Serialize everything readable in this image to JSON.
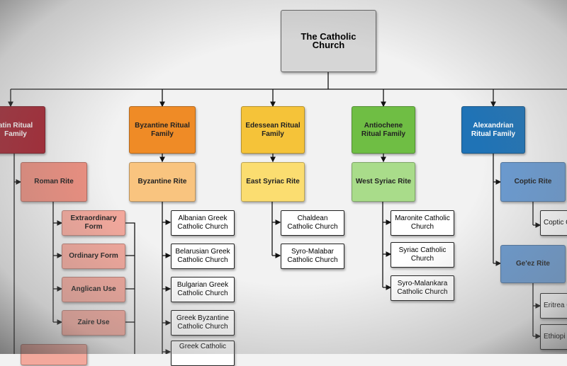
{
  "root": "The Catholic Church",
  "families": {
    "latin": "atin Ritual Family",
    "byzantine": "Byzantine Ritual Family",
    "edessean": "Edessean Ritual Family",
    "antiochene": "Antiochene Ritual Family",
    "alexandrian": "Alexandrian Ritual Family"
  },
  "rites": {
    "roman": "Roman Rite",
    "byzantine": "Byzantine Rite",
    "east_syriac": "East Syriac Rite",
    "west_syriac": "West Syriac Rite",
    "coptic": "Coptic Rite",
    "geez": "Ge'ez Rite"
  },
  "roman_uses": [
    "Extraordinary Form",
    "Ordinary Form",
    "Anglican Use",
    "Zaire Use"
  ],
  "byzantine_churches": [
    "Albanian Greek Catholic Church",
    "Belarusian Greek Catholic Church",
    "Bulgarian Greek Catholic Church",
    "Greek Byzantine Catholic Church",
    "Greek Catholic"
  ],
  "east_syriac_churches": [
    "Chaldean Catholic Church",
    "Syro-Malabar Catholic Church"
  ],
  "west_syriac_churches": [
    "Maronite Catholic Church",
    "Syriac Catholic Church",
    "Syro-Malankara Catholic Church"
  ],
  "coptic_churches": [
    "Coptic Ch"
  ],
  "geez_churches": [
    "Eritrea Ch",
    "Ethiopi Ch"
  ],
  "colors": {
    "latin": "#a52330",
    "byzantine": "#ef8b26",
    "edessean": "#f5c339",
    "antiochene": "#6fbe44",
    "alexandrian": "#1f73b6"
  }
}
